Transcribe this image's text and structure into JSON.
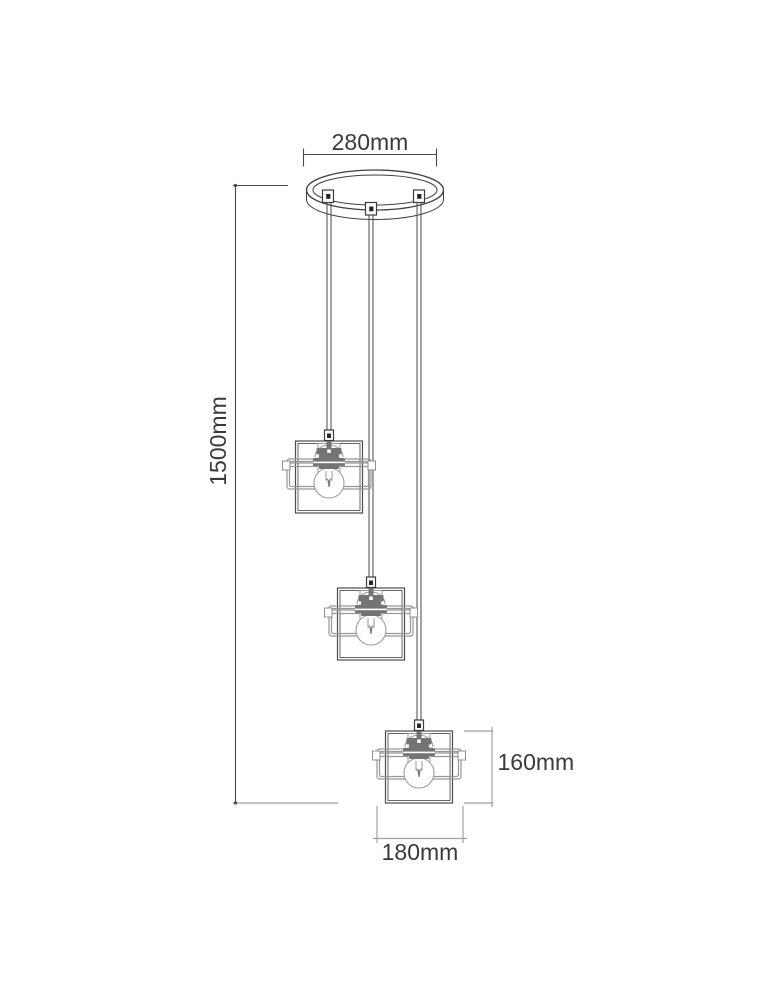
{
  "page": {
    "title": "Pendant light dimensional drawing",
    "background": "#ffffff"
  },
  "drawing": {
    "type": "technical-dimension-diagram",
    "lamp_count": 3,
    "dimensions": {
      "canopy_width": {
        "label": "280mm",
        "measures": "ceiling canopy width"
      },
      "suspension_height": {
        "label": "1500mm",
        "measures": "overall drop from canopy to lowest shade bottom"
      },
      "shade_height": {
        "label": "160mm",
        "measures": "glass shade height"
      },
      "shade_width": {
        "label": "180mm",
        "measures": "glass shade width"
      }
    },
    "colors": {
      "line_dark": "#4d4d4d",
      "line_gray": "#979797",
      "dim_gray": "#a2a2a2",
      "socket_fill": "#747474",
      "text": "#3a3a3a",
      "background": "#ffffff"
    }
  }
}
